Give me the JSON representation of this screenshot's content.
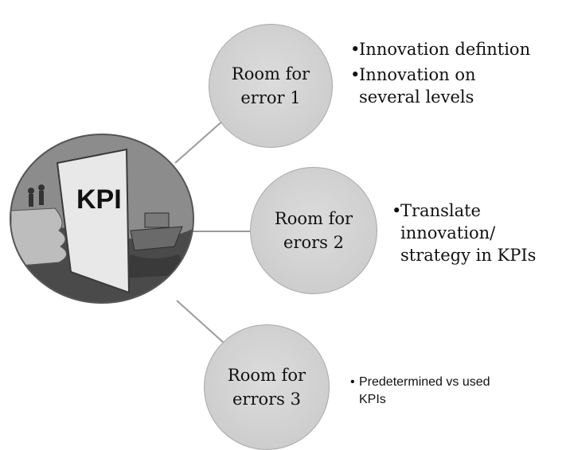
{
  "hub": {
    "label": "KPI"
  },
  "nodes": [
    {
      "line1": "Room for",
      "line2": "error 1",
      "bullets": [
        "Innovation defintion",
        "Innovation on several levels"
      ]
    },
    {
      "line1": "Room for",
      "line2": "erors 2",
      "bullets": [
        "Translate innovation/ strategy in KPIs"
      ]
    },
    {
      "line1": "Room for",
      "line2": "errors 3",
      "bullets": [
        "Predetermined vs used KPIs"
      ]
    }
  ]
}
